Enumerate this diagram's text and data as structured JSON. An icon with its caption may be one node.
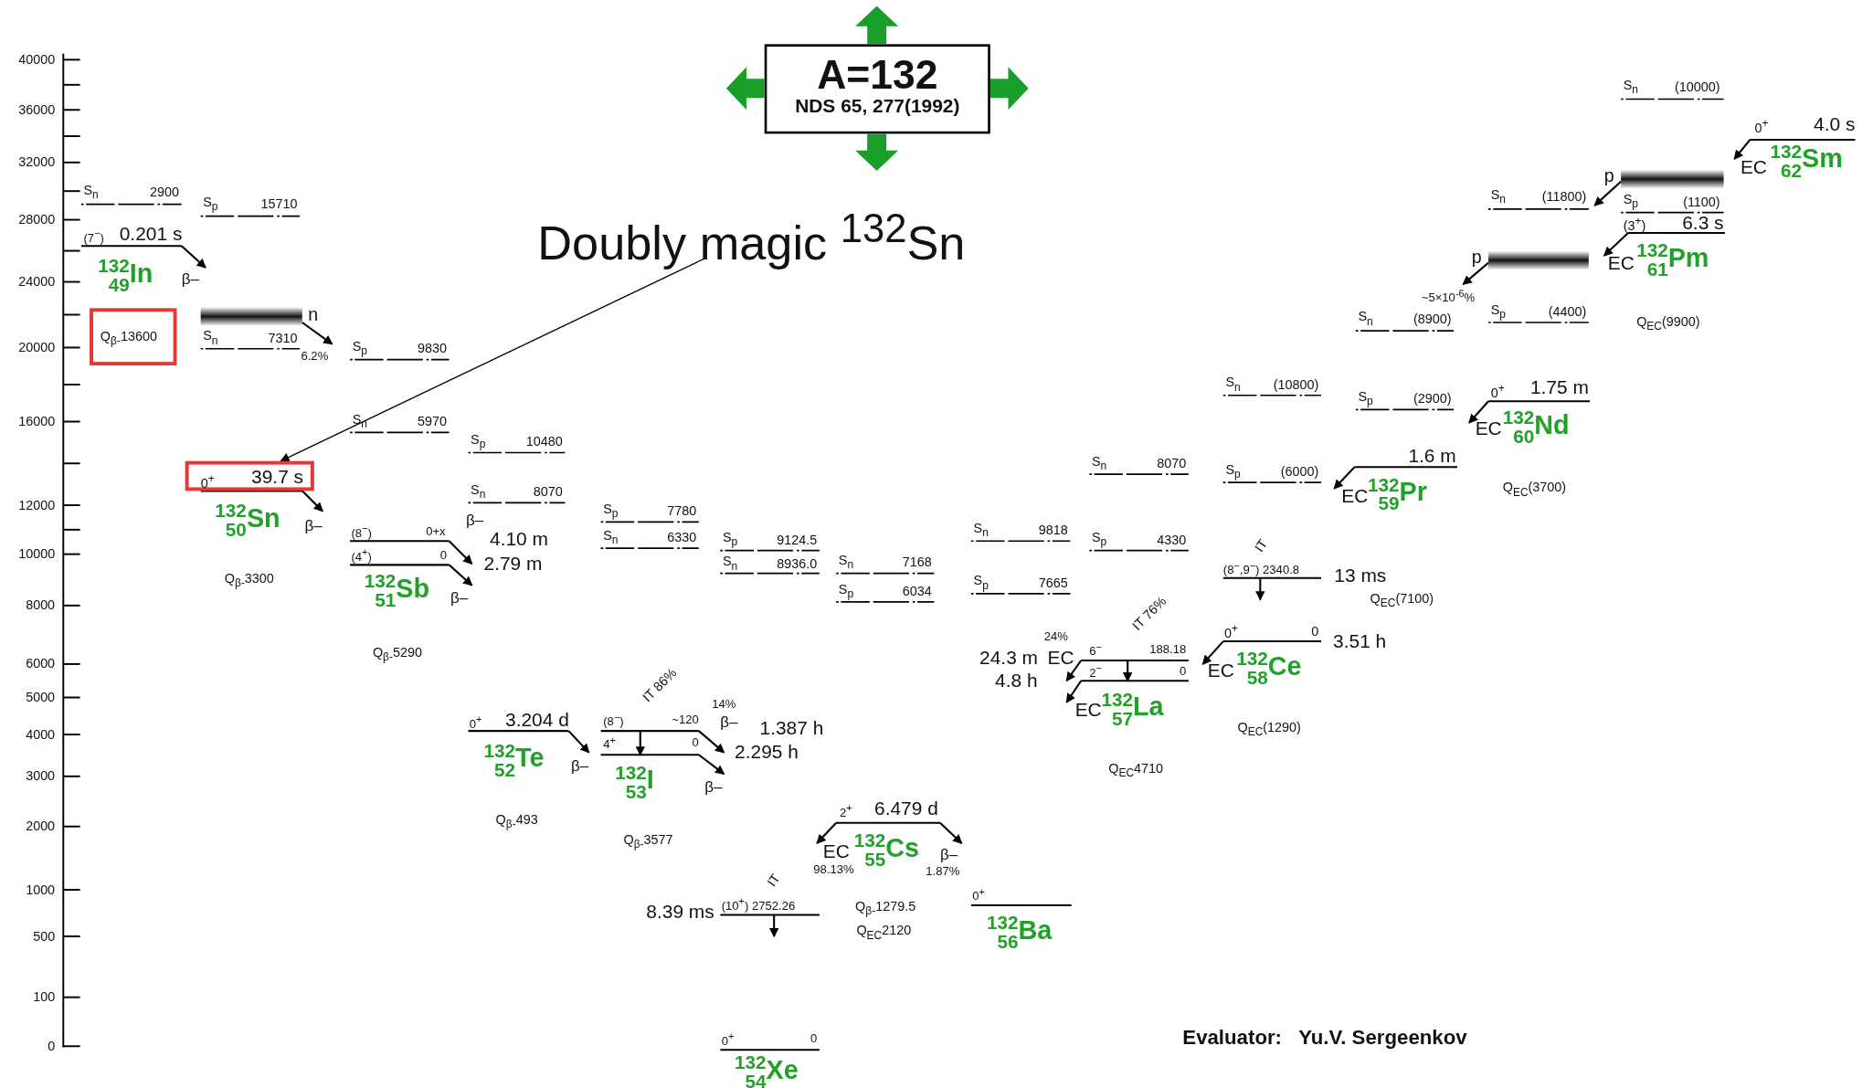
{
  "diagram": {
    "nodes": [
      {
        "text": [
          "A=132",
          "NDS 65, 277(1992)"
        ]
      },
      {
        "text": [
          "Doubly magic $^{132}$Sn"
        ]
      },
      {
        "text": [
          "0$^{+}$",
          "39.7 s"
        ]
      },
      {
        "text": [
          "Q$_{β-}$13600"
        ]
      }
    ],
    "edges": [
      {
        "from": 1,
        "to": 2,
        "arrow": "to"
      }
    ],
    "labels": [
      "40000",
      "36000",
      "32000",
      "28000",
      "24000",
      "20000",
      "16000",
      "12000",
      "10000",
      "8000",
      "6000",
      "5000",
      "4000",
      "3000",
      "2000",
      "1000",
      "500",
      "100",
      "0",
      "S$_{n}$",
      "(10000)",
      "0$^{+}$",
      "4.0 s",
      "EC",
      "$^{132}$$_{62}$Sm",
      "p",
      "S$_{n}$",
      "(11800)",
      "S$_{p}$",
      "(1100)",
      "(3$^{+}$)",
      "6.3 s",
      "p",
      "EC",
      "$^{132}$$_{61}$Pm",
      "~5×10$^{-6}$%",
      "S$_{n}$",
      "(8900)",
      "S$_{p}$",
      "(4400)",
      "Q$_{EC}$(9900)",
      "S$_{n}$",
      "(10800)",
      "0$^{+}$",
      "1.75 m",
      "S$_{p}$",
      "(2900)",
      "EC",
      "$^{132}$$_{60}$Nd",
      "1.6 m",
      "S$_{n}$",
      "8070",
      "S$_{p}$",
      "(6000)",
      "EC",
      "$^{132}$$_{59}$Pr",
      "Q$_{EC}$(3700)",
      "S$_{n}$",
      "2900",
      "S$_{p}$",
      "15710",
      "(7$^{−}$)",
      "0.201 s",
      "$^{132}$$_{49}$In",
      "β–",
      "n",
      "S$_{n}$",
      "7310",
      "6.2%",
      "S$_{p}$",
      "9830",
      "S$_{n}$",
      "5970",
      "S$_{p}$",
      "10480",
      "S$_{n}$",
      "8070",
      "$^{132}$$_{50}$Sn",
      "β–",
      "β–",
      "S$_{p}$",
      "7780",
      "S$_{n}$",
      "6330",
      "(8$^{−}$)",
      "0+x",
      "4.10 m",
      "S$_{n}$",
      "9818",
      "S$_{p}$",
      "9124.5",
      "S$_{p}$",
      "4330",
      "(4$^{+}$)",
      "0",
      "2.79 m",
      "S$_{n}$",
      "8936.0",
      "S$_{n}$",
      "7168",
      "(8$^{−}$,9$^{−}$) 2340.8",
      "13 ms",
      "IT",
      "$^{132}$$_{51}$Sb",
      "β–",
      "Q$_{β-}$3300",
      "S$_{p}$",
      "7665",
      "S$_{p}$",
      "6034",
      "Q$_{EC}$(7100)",
      "0$^{+}$",
      "0",
      "3.51 h",
      "EC",
      "$^{132}$$_{58}$Ce",
      "24%",
      "IT 76%",
      "6$^{−}$",
      "188.18",
      "24.3 m",
      "EC",
      "2$^{−}$",
      "0",
      "4.8 h",
      "Q$_{β-}$5290",
      "EC",
      "$^{132}$$_{57}$La",
      "Q$_{EC}$(1290)",
      "14%",
      "IT 86%",
      "0$^{+}$",
      "3.204 d",
      "(8$^{−}$)",
      "~120",
      "β–",
      "1.387 h",
      "4$^{+}$",
      "0",
      "2.295 h",
      "$^{132}$$_{52}$Te",
      "β–",
      "$^{132}$$_{53}$I",
      "β–",
      "Q$_{EC}$4710",
      "2$^{+}$",
      "6.479 d",
      "Q$_{β-}$493",
      "Q$_{β-}$3577",
      "EC",
      "$^{132}$$_{55}$Cs",
      "β–",
      "98.13%",
      "1.87%",
      "IT",
      "0$^{+}$",
      "8.39 ms",
      "(10$^{+}$) 2752.26",
      "Q$_{β-}$1279.5",
      "$^{132}$$_{56}$Ba",
      "Q$_{EC}$2120",
      "Evaluator:   Yu.V. Sergeenkov",
      "0$^{+}$",
      "0",
      "$^{132}$$_{54}$Xe"
    ]
  }
}
